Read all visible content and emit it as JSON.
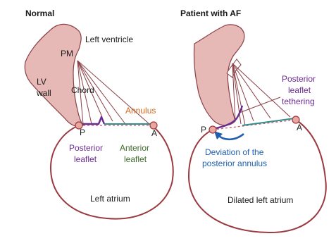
{
  "panels": {
    "normal": {
      "title": "Normal",
      "labels": {
        "left_ventricle": "Left ventricle",
        "pm": "PM",
        "lv_wall_line1": "LV",
        "lv_wall_line2": "wall",
        "chord": "Chord",
        "annulus": "Annulus",
        "p": "P",
        "a": "A",
        "posterior_leaflet_line1": "Posterior",
        "posterior_leaflet_line2": "leaflet",
        "anterior_leaflet_line1": "Anterior",
        "anterior_leaflet_line2": "leaflet",
        "left_atrium": "Left atrium"
      }
    },
    "af": {
      "title": "Patient with AF",
      "labels": {
        "p": "P",
        "a": "A",
        "tethering_line1": "Posterior",
        "tethering_line2": "leaflet",
        "tethering_line3": "tethering",
        "deviation_line1": "Deviation of the",
        "deviation_line2": "posterior annulus",
        "dilated_atrium": "Dilated left atrium"
      }
    }
  },
  "colors": {
    "muscle_fill": "#e6b9b6",
    "outline": "#9a3a40",
    "annulus_orange": "#d2691e",
    "posterior_purple": "#6a2c91",
    "anterior_green": "#3d6b2b",
    "teal_leaflet": "#2f8f8f",
    "deviation_blue": "#1f5fae"
  }
}
